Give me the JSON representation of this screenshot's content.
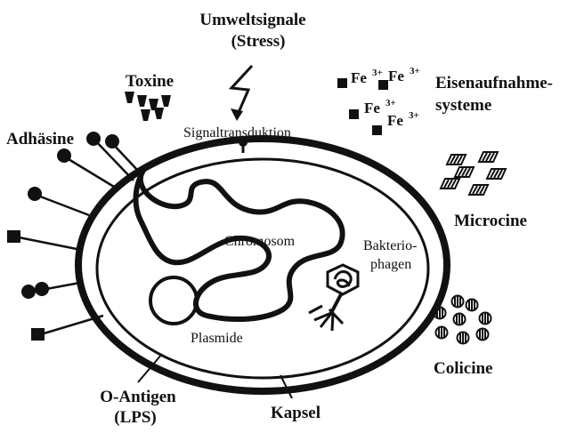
{
  "labels": {
    "umwelt_line1": "Umweltsignale",
    "umwelt_line2": "(Stress)",
    "toxine": "Toxine",
    "signaltransduktion": "Signaltransduktion",
    "fe1": "Fe",
    "fe1_sup": "3+",
    "fe2": "Fe",
    "fe2_sup": "3+",
    "fe3": "Fe",
    "fe3_sup": "3+",
    "fe4": "Fe",
    "fe4_sup": "3+",
    "eisen_line1": "Eisenaufnahme-",
    "eisen_line2": "systeme",
    "adhaesine": "Adhäsine",
    "microcine": "Microcine",
    "chromosom": "Chromosom",
    "bakterio_line1": "Bakterio-",
    "bakterio_line2": "phagen",
    "plasmide": "Plasmide",
    "colicine": "Colicine",
    "oantigen_line1": "O-Antigen",
    "oantigen_line2": "(LPS)",
    "kapsel": "Kapsel"
  },
  "colors": {
    "ink": "#111111",
    "background": "#ffffff"
  }
}
